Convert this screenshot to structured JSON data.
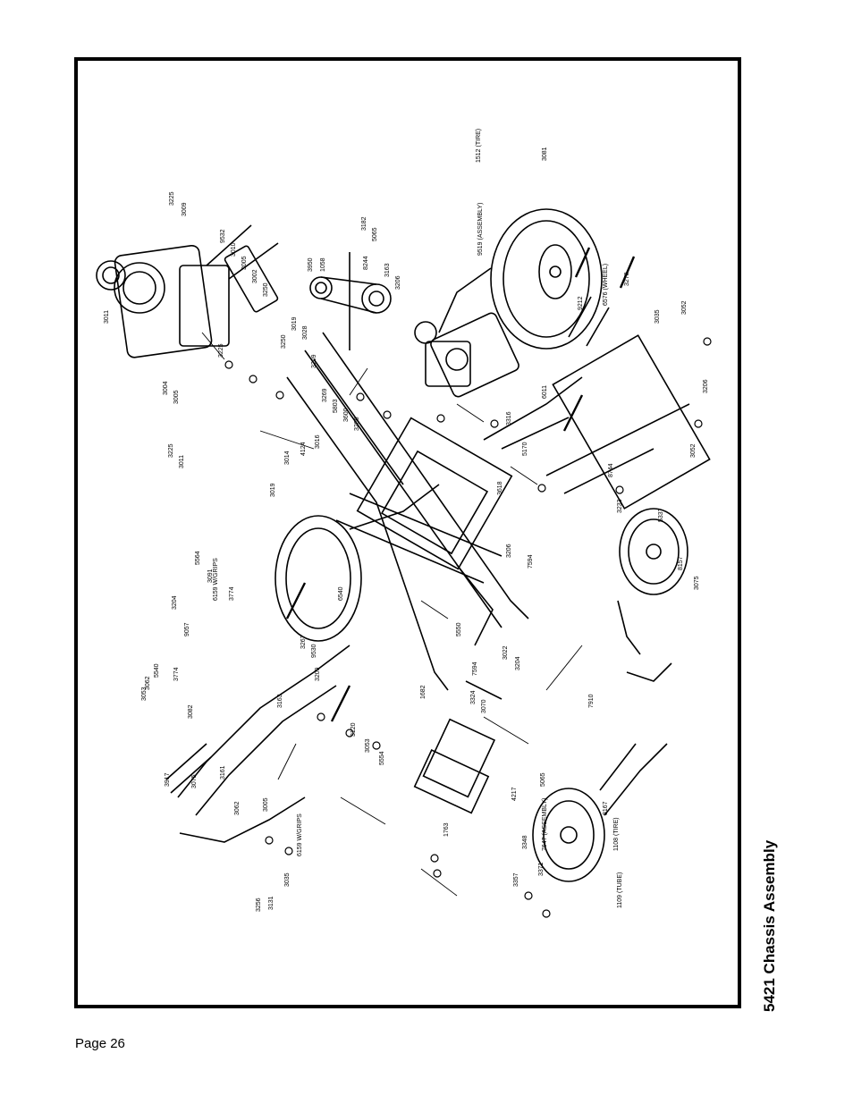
{
  "document": {
    "section_title": "5421 Chassis Assembly",
    "page_label": "Page 26"
  },
  "diagram": {
    "part_callouts": [
      "3225",
      "3009",
      "3011",
      "3225",
      "9532",
      "3010",
      "3005",
      "3002",
      "3250",
      "3182",
      "5065",
      "3163",
      "3206",
      "8244",
      "1058",
      "3950",
      "3019",
      "3028",
      "3250",
      "3209",
      "3269",
      "5803",
      "3600",
      "3206",
      "3016",
      "4124",
      "3014",
      "3019",
      "3225",
      "3011",
      "3004",
      "3005",
      "9519 (ASSEMBLY)",
      "1512 (TIRE)",
      "3081",
      "6576 (WHEEL)",
      "3278",
      "3052",
      "9212",
      "3206",
      "3035",
      "3052",
      "8744",
      "3233",
      "8157",
      "3075",
      "5337",
      "3316",
      "5170",
      "3618",
      "6011",
      "3206",
      "7594",
      "5550",
      "3022",
      "3204",
      "3324",
      "3070",
      "1682",
      "4217",
      "7594",
      "5065",
      "1763",
      "7910",
      "8167",
      "7647 (ASSEMBLY)",
      "1108 (TIRE)",
      "1109 (TUBE)",
      "3371",
      "3357",
      "3348",
      "3256",
      "3131",
      "3035",
      "6159 W/GRIPS",
      "3005",
      "3062",
      "3075",
      "3161",
      "3917",
      "3082",
      "3053",
      "3062",
      "3774",
      "5540",
      "9057",
      "6159 W/GRIPS",
      "3163",
      "3209",
      "3120",
      "3053",
      "5554",
      "3267",
      "9530",
      "6540",
      "3091",
      "3774",
      "5564",
      "3204"
    ]
  }
}
